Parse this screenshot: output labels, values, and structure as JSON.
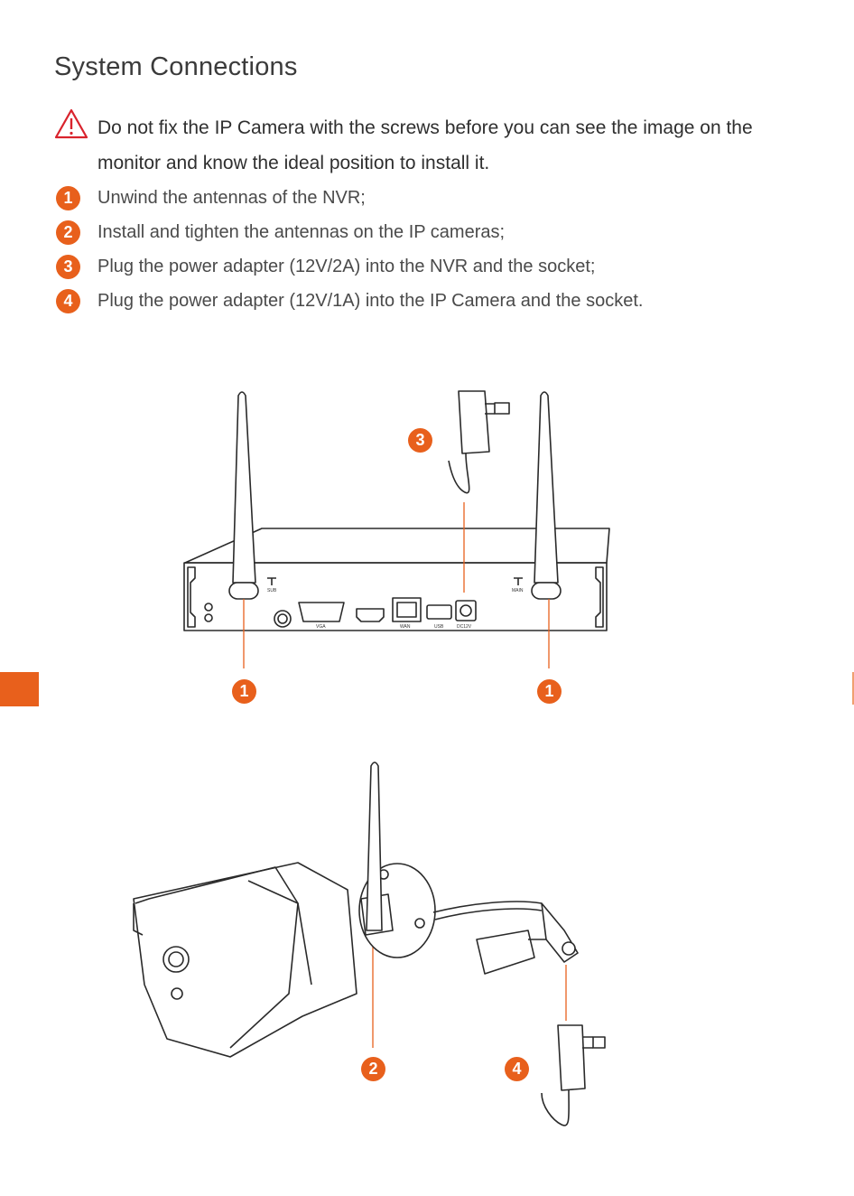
{
  "title": "System Connections",
  "warning": {
    "icon": "warning-triangle-icon",
    "text": "Do not fix the IP Camera with the screws before you can see the image on the monitor and know the ideal position to install it."
  },
  "steps": [
    {
      "num": "1",
      "text": "Unwind the antennas of the NVR;"
    },
    {
      "num": "2",
      "text": "Install and tighten the antennas on the IP cameras;"
    },
    {
      "num": "3",
      "text": "Plug the power adapter (12V/2A) into the NVR and the socket;"
    },
    {
      "num": "4",
      "text": "Plug the power adapter (12V/1A) into the IP Camera and the socket."
    }
  ],
  "nvr_labels": {
    "sub": "SUB",
    "main": "MAIN",
    "vga": "VGA",
    "wan": "WAN",
    "usb": "USB",
    "dc": "DC12V"
  },
  "callouts": {
    "nvr_left": "1",
    "nvr_right": "1",
    "nvr_power": "3",
    "camera_antenna": "2",
    "camera_power": "4"
  },
  "colors": {
    "accent": "#e8601c",
    "warning": "#d9232d"
  }
}
